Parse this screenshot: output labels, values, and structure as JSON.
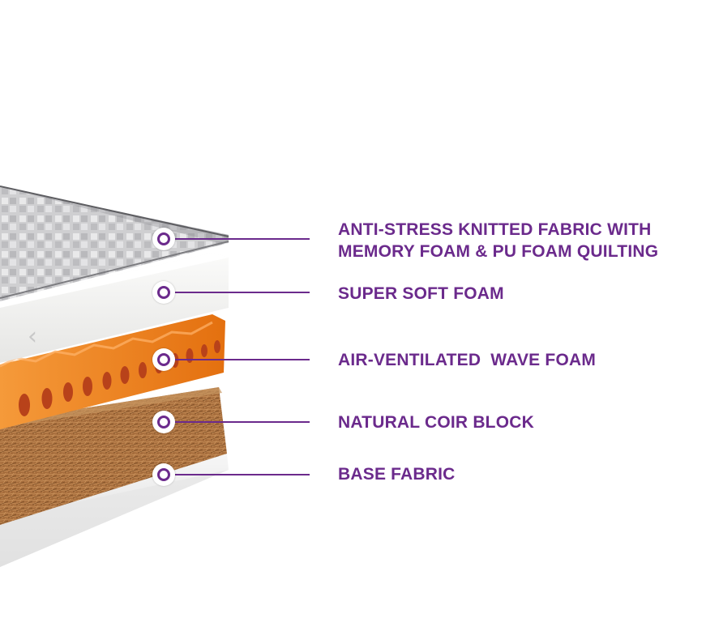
{
  "layers": [
    {
      "label": "ANTI-STRESS KNITTED FABRIC WITH\nMEMORY FOAM & PU FOAM QUILTING"
    },
    {
      "label": "SUPER SOFT FOAM"
    },
    {
      "label": "AIR-VENTILATED  WAVE FOAM"
    },
    {
      "label": "NATURAL COIR BLOCK"
    },
    {
      "label": "BASE FABRIC"
    }
  ],
  "colors": {
    "accent": "#6b2a8c",
    "knit_fabric": "#c7c7c9",
    "soft_foam": "#f3f3f1",
    "wave_foam": "#f07c18",
    "coir": "#a8703f",
    "base_fabric": "#ececec"
  },
  "icons": {
    "marker": "target-dot-icon",
    "prev": "chevron-left-icon"
  }
}
